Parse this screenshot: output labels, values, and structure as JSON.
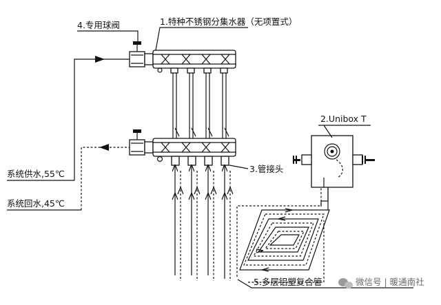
{
  "labels": {
    "manifold": "1.特种不锈钢分集水器（无项置式）",
    "unibox": "2.Unibox T",
    "connector": "3.管接头",
    "ball_valve": "4.专用球阀",
    "pipe": "5.多层铝塑复合管",
    "supply": "系统供水,55℃",
    "return": "系统回水,45℃"
  },
  "watermark": "微信号 | 暖通南社",
  "icons": [
    "ball-valve-icon",
    "thermostat-dial-icon",
    "wechat-icon"
  ]
}
